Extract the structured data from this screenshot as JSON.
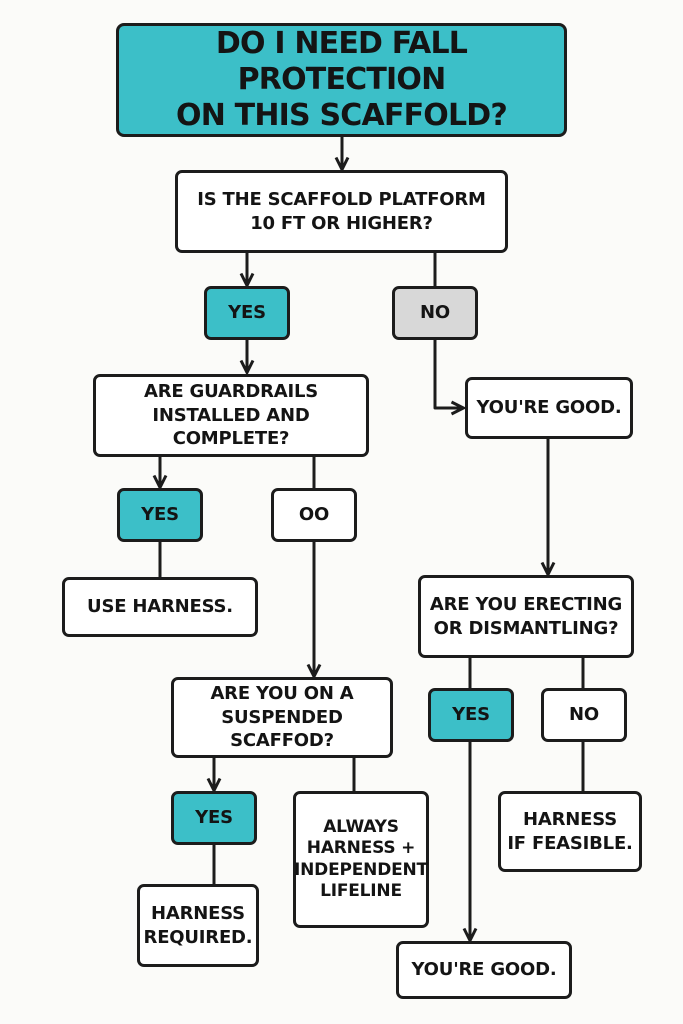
{
  "title": "DO I NEED FALL PROTECTION\nON THIS SCAFFOLD?",
  "q_platform": "IS THE SCAFFOLD PLATFORM\n10 FT OR HIGHER?",
  "yes_platform": "YES",
  "no_platform": "NO",
  "good_1": "YOU'RE GOOD.",
  "q_guardrails": "ARE GUARDRAILS\nINSTALLED AND COMPLETE?",
  "yes_guardrails": "YES",
  "no_guardrails": "OO",
  "use_harness": "USE HARNESS.",
  "q_erecting": "ARE YOU ERECTING\nOR DISMANTLING?",
  "yes_erecting": "YES",
  "no_erecting": "NO",
  "q_suspended": "ARE YOU ON A\nSUSPENDED SCAFFOD?",
  "yes_suspended": "YES",
  "always_harness": "ALWAYS\nHARNESS +\nINDEPENDENT\nLIFELINE",
  "harness_feasible": "HARNESS\nIF FEASIBLE.",
  "harness_required": "HARNESS\nREQUIRED.",
  "good_2": "YOU'RE GOOD.",
  "colors": {
    "accent": "#3cbfc8",
    "neutral": "#d8d8d8",
    "stroke": "#1c1c1c"
  }
}
